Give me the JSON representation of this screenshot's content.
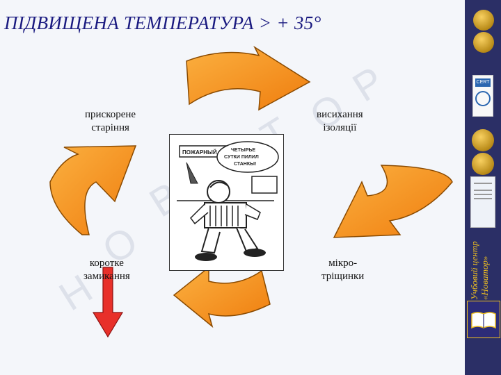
{
  "title": "ПІДВИЩЕНА  ТЕМПЕРАТУРА > + 35°",
  "watermark": "НОВАТОР",
  "labels": {
    "aging": [
      "прискорене",
      "старіння"
    ],
    "drying": [
      "висихання",
      "ізоляції"
    ],
    "short_circuit": [
      "коротке",
      "замикання"
    ],
    "microcracks": [
      "мікро-",
      "тріщинки"
    ]
  },
  "cartoon": {
    "sign": "ПОЖАРНЫЙ",
    "bubble": [
      "ЧЕТЫРЬЕ",
      "СУТКИ ПИЛИЛ",
      "СТАНКЫ!"
    ]
  },
  "sidebar": {
    "brand": [
      "Учбовий  центр",
      "«Новатор»"
    ],
    "cert_text": "CERT"
  },
  "colors": {
    "arrow": "#f7941d",
    "down_arrow": "#e8302a",
    "title": "#1a1a80",
    "sidebar": "#2b2f66",
    "brand": "#f0c020"
  },
  "icons": [
    "medal-icon",
    "certificate-icon",
    "document-icon",
    "book-icon"
  ]
}
